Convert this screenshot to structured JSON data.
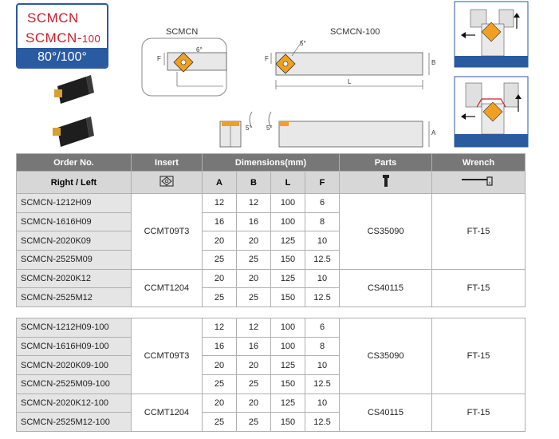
{
  "badge": {
    "line1": "SCMCN",
    "line2_main": "SCMCN-",
    "line2_small": "100",
    "line3": "80°/100°"
  },
  "drawing_labels": {
    "left": "SCMCN",
    "right": "SCMCN-100",
    "dim_f": "F",
    "dim_b": "B",
    "dim_l": "L",
    "dim_a": "A",
    "angle_small": "6°",
    "angle_big": "5°",
    "angle_side": "5°"
  },
  "table": {
    "headers": {
      "order": "Order No.",
      "insert": "Insert",
      "dimensions": "Dimensions(mm)",
      "parts": "Parts",
      "wrench": "Wrench"
    },
    "subheaders": {
      "right_left": "Right / Left",
      "a": "A",
      "b": "B",
      "l": "L",
      "f": "F"
    },
    "group1": {
      "rows": [
        {
          "code": "SCMCN-1212H09",
          "a": "12",
          "b": "12",
          "l": "100",
          "f": "6"
        },
        {
          "code": "SCMCN-1616H09",
          "a": "16",
          "b": "16",
          "l": "100",
          "f": "8"
        },
        {
          "code": "SCMCN-2020K09",
          "a": "20",
          "b": "20",
          "l": "125",
          "f": "10"
        },
        {
          "code": "SCMCN-2525M09",
          "a": "25",
          "b": "25",
          "l": "150",
          "f": "12.5"
        },
        {
          "code": "SCMCN-2020K12",
          "a": "20",
          "b": "20",
          "l": "125",
          "f": "10"
        },
        {
          "code": "SCMCN-2525M12",
          "a": "25",
          "b": "25",
          "l": "150",
          "f": "12.5"
        }
      ],
      "insert_a": "CCMT09T3",
      "insert_b": "CCMT1204",
      "parts_a": "CS35090",
      "parts_b": "CS40115",
      "wrench_a": "FT-15",
      "wrench_b": "FT-15"
    },
    "group2": {
      "rows": [
        {
          "code": "SCMCN-1212H09-100",
          "a": "12",
          "b": "12",
          "l": "100",
          "f": "6"
        },
        {
          "code": "SCMCN-1616H09-100",
          "a": "16",
          "b": "16",
          "l": "100",
          "f": "8"
        },
        {
          "code": "SCMCN-2020K09-100",
          "a": "20",
          "b": "20",
          "l": "125",
          "f": "10"
        },
        {
          "code": "SCMCN-2525M09-100",
          "a": "25",
          "b": "25",
          "l": "150",
          "f": "12.5"
        },
        {
          "code": "SCMCN-2020K12-100",
          "a": "20",
          "b": "20",
          "l": "125",
          "f": "10"
        },
        {
          "code": "SCMCN-2525M12-100",
          "a": "25",
          "b": "25",
          "l": "150",
          "f": "12.5"
        }
      ],
      "insert_a": "CCMT09T3",
      "insert_b": "CCMT1204",
      "parts_a": "CS35090",
      "parts_b": "CS40115",
      "wrench_a": "FT-15",
      "wrench_b": "FT-15"
    }
  },
  "colors": {
    "brand_blue": "#2a5aa0",
    "brand_red": "#c8202a",
    "header_gray": "#777777",
    "insert_orange": "#f0a020"
  }
}
